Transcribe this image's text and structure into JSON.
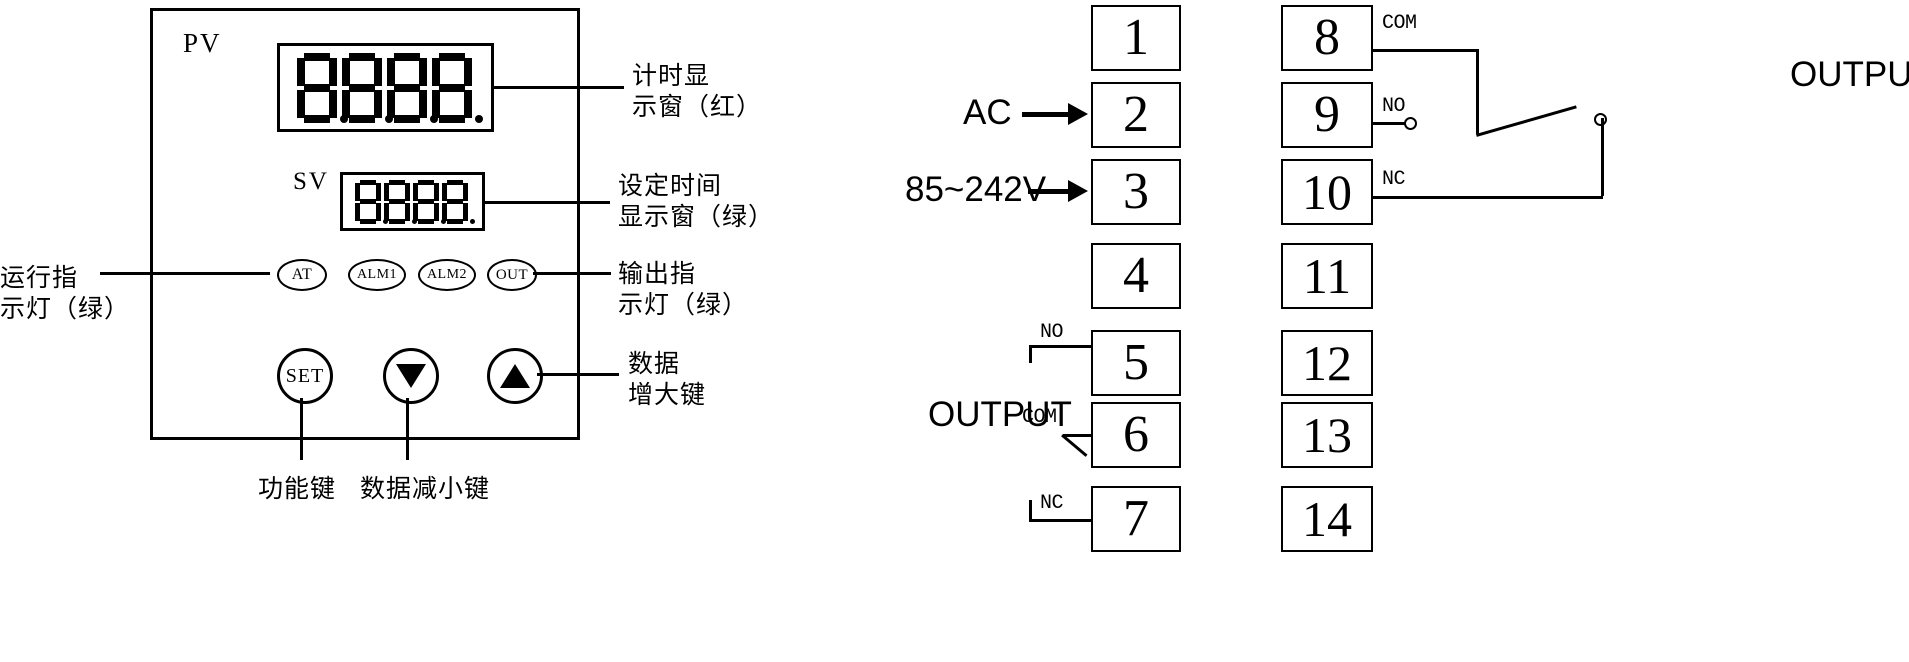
{
  "panel": {
    "pv_caption": "PV",
    "sv_caption": "SV",
    "pv_display_value": "8.8.8.8.",
    "sv_display_value": "8.8.8.8.",
    "pv_digit_count": 4,
    "sv_digit_count": 4,
    "indicators": [
      {
        "id": "at",
        "label": "AT"
      },
      {
        "id": "alm1",
        "label": "ALM1"
      },
      {
        "id": "alm2",
        "label": "ALM2"
      },
      {
        "id": "out",
        "label": "OUT"
      }
    ],
    "buttons": [
      {
        "id": "set",
        "label": "SET",
        "icon": "text"
      },
      {
        "id": "down",
        "label": "",
        "icon": "triangle-down-icon"
      },
      {
        "id": "up",
        "label": "",
        "icon": "triangle-up-icon"
      }
    ]
  },
  "annotations": {
    "run_indicator": "运行指\n示灯（绿）",
    "timer_display": "计时显\n示窗（红）",
    "set_time_display": "设定时间\n显示窗（绿）",
    "output_indicator": "输出指\n示灯（绿）",
    "increase_key": "数据\n增大键",
    "function_key": "功能键",
    "decrease_key": "数据减小键"
  },
  "terminal_block": {
    "left_column": [
      {
        "number": "1"
      },
      {
        "number": "2"
      },
      {
        "number": "3"
      },
      {
        "number": "4"
      },
      {
        "number": "5",
        "tag": "NO"
      },
      {
        "number": "6",
        "tag": "COM"
      },
      {
        "number": "7",
        "tag": "NC"
      }
    ],
    "right_column": [
      {
        "number": "8",
        "tag": "COM"
      },
      {
        "number": "9",
        "tag": "NO"
      },
      {
        "number": "10",
        "tag": "NC"
      },
      {
        "number": "11"
      },
      {
        "number": "12"
      },
      {
        "number": "13"
      },
      {
        "number": "14"
      }
    ],
    "power_label_line1": "AC",
    "power_label_line2": "85~242V",
    "output_label_left": "OUTPUT",
    "output_label_right": "OUTPUT"
  }
}
